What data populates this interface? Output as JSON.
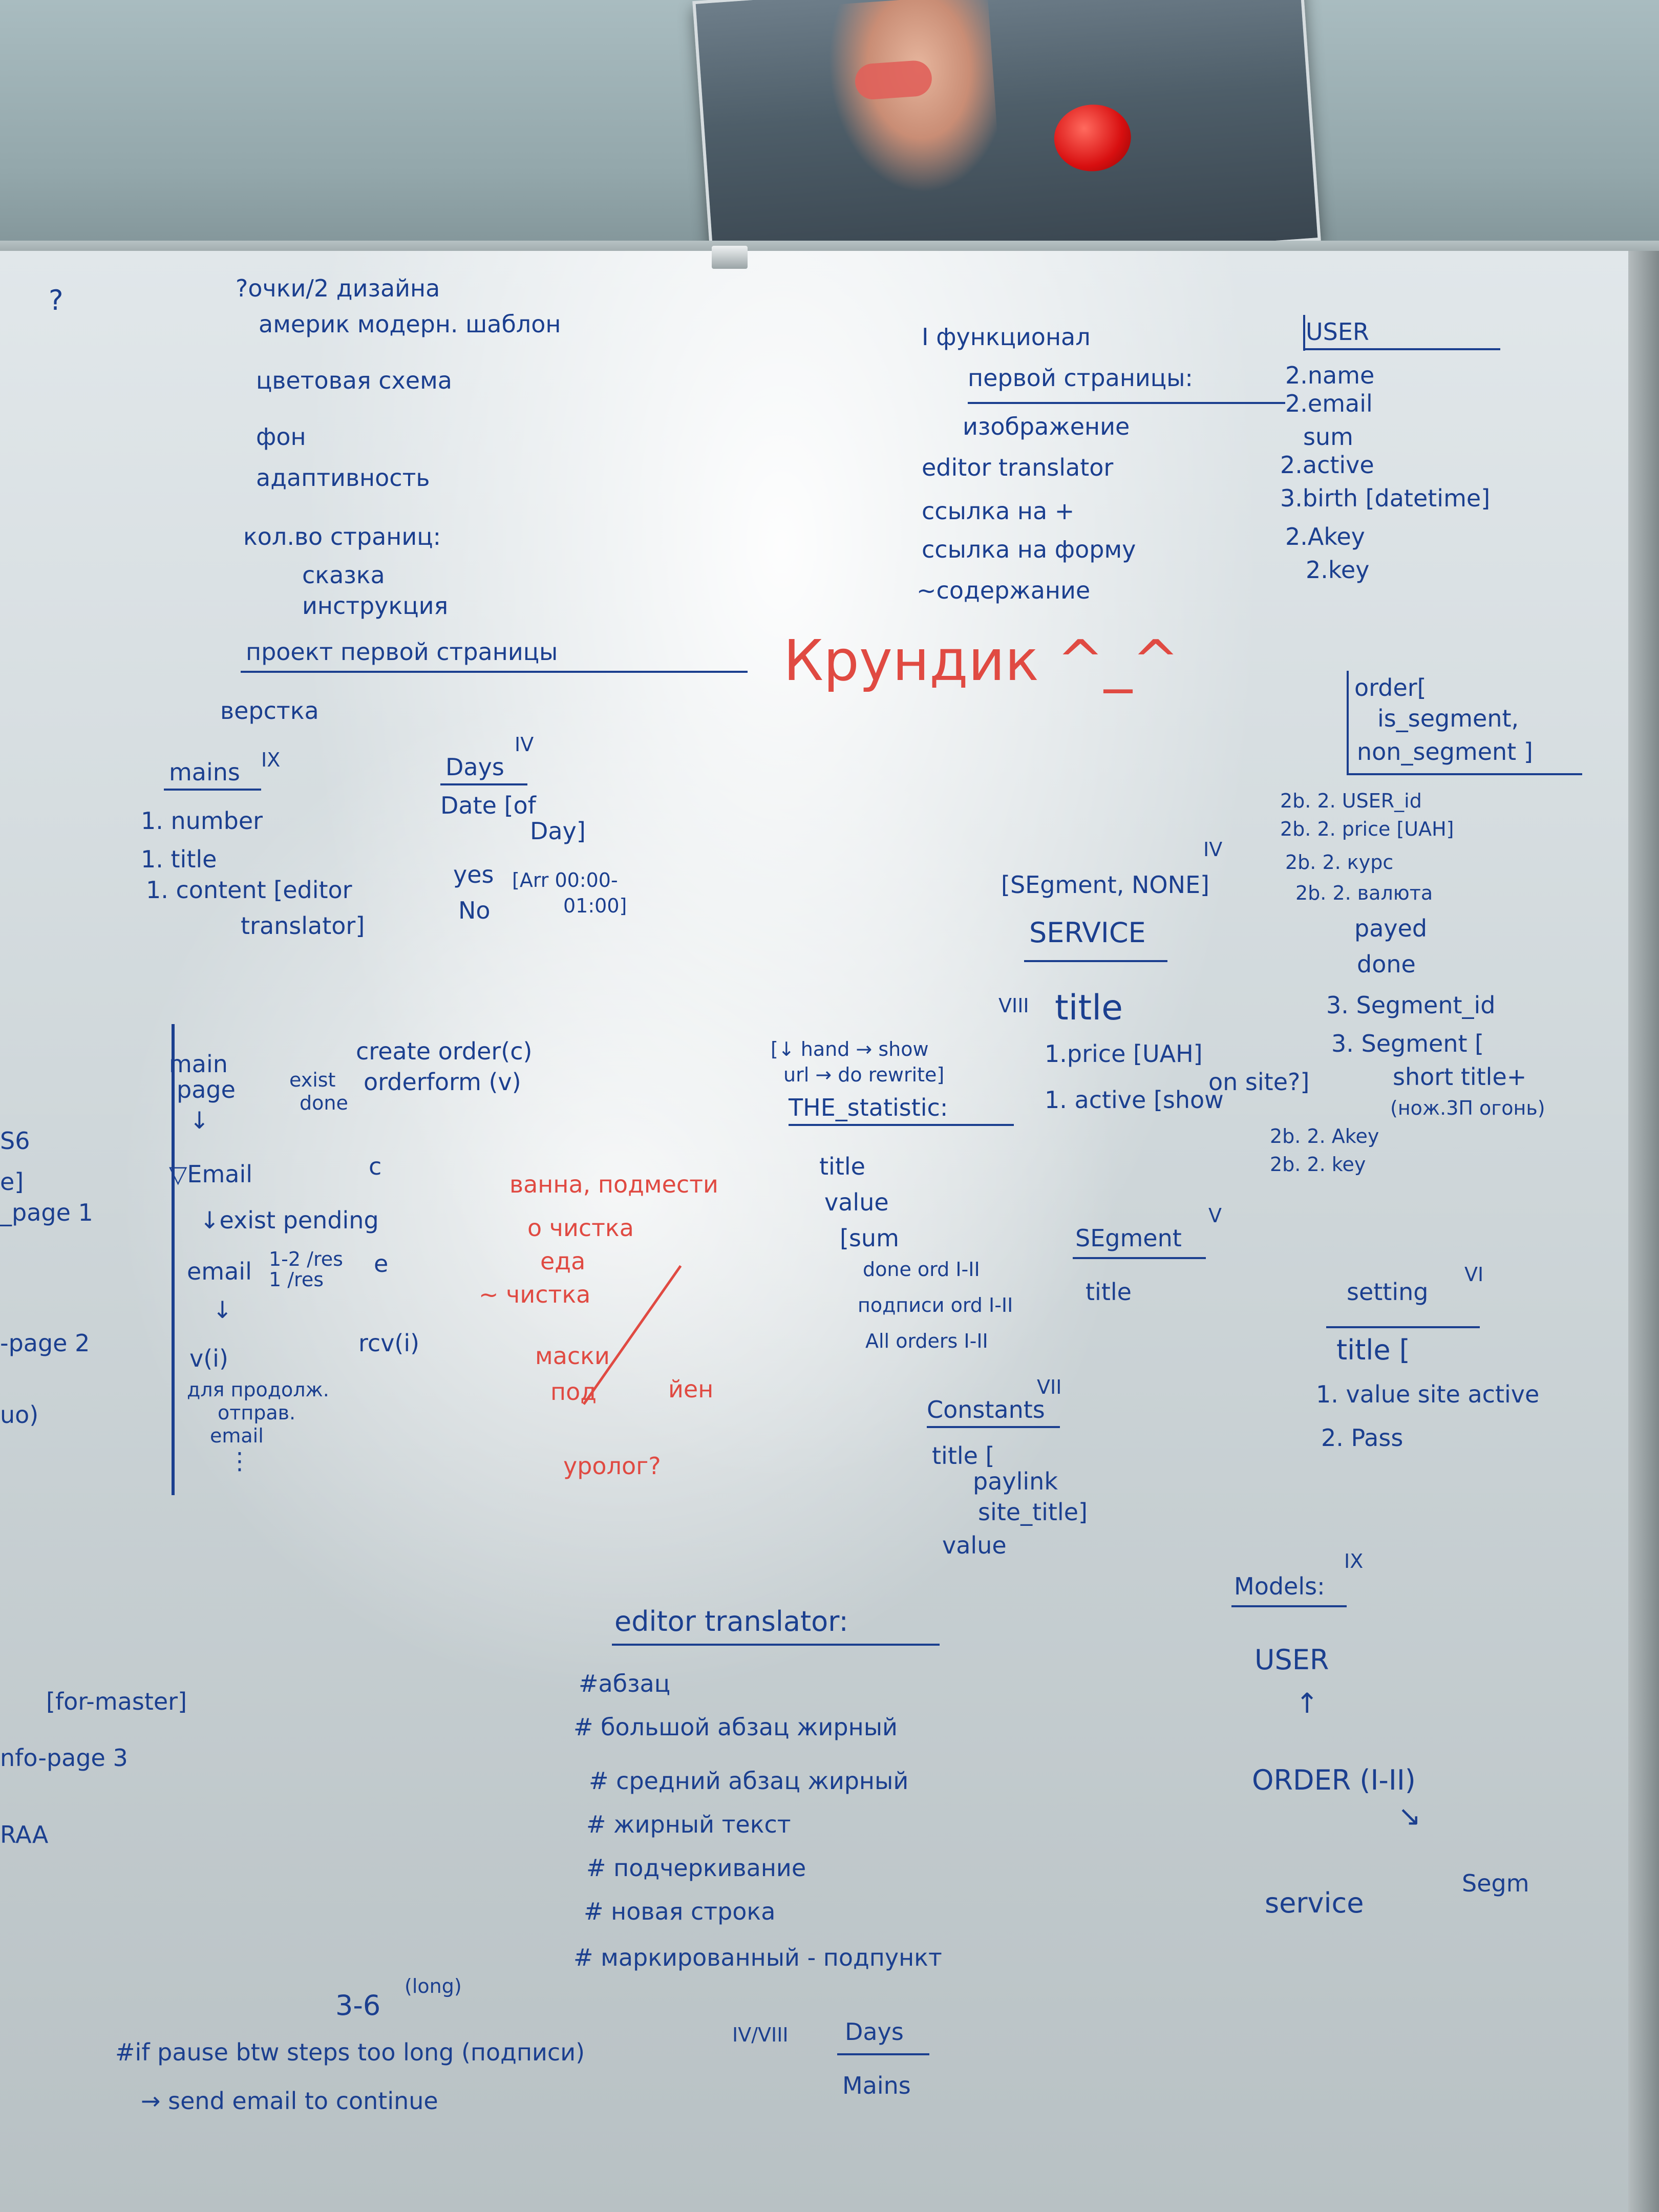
{
  "photo": {
    "description_icon": "photo-icon"
  },
  "left_column": {
    "question": "?",
    "items": [
      "?очки/2 дизайна",
      "америк модерн. шаблон",
      "цветовая схема",
      "фон",
      "адаптивность",
      "кол.во страниц:",
      "сказка",
      "инструкция",
      "проект первой страницы",
      "верстка"
    ]
  },
  "center_top": {
    "heading": "I функционал",
    "subheading": "первой страницы:",
    "items": [
      "изображение",
      "editor translator",
      "ссылка на +",
      "ссылка на форму",
      "~содержание"
    ]
  },
  "user_box": {
    "title": "USER",
    "fields": [
      "2.name",
      "2.email",
      "sum",
      "2.active",
      "3.birth [datetime]",
      "2.Akey",
      "2.key"
    ]
  },
  "title_red": "Крундик ^_^",
  "order_box": {
    "title": "order[",
    "line2": "is_segment,",
    "line3": "non_segment ]",
    "fields": [
      "2b. 2. USER_id",
      "2b. 2. price [UAH]",
      "2b. 2. курс",
      "2b. 2. валюта",
      "payed",
      "done",
      "3. Segment_id",
      "3. Segment [",
      "short title+",
      "(нож.3П огонь)",
      "2b. 2. Akey",
      "2b. 2. key"
    ]
  },
  "mains": {
    "title": "mains",
    "sup": "IX",
    "fields": [
      "1. number",
      "1. title",
      "1. content [editor",
      "translator]"
    ]
  },
  "days": {
    "title": "Days",
    "sup": "IV",
    "date": "Date [of",
    "date2": "Day]",
    "yes": "yes",
    "no": "No",
    "arr": "[Arr 00:00-",
    "arr2": "01:00]"
  },
  "service": {
    "segment": "[SEgment, NONE]",
    "segment_sup": "IV",
    "title": "SERVICE",
    "fields": [
      "title",
      "1.price [UAH]",
      "1. active [show",
      "on site?]"
    ],
    "sup": "VIII"
  },
  "statistic": {
    "hand": "[↓ hand → show",
    "url": "url → do rewrite]",
    "title": "THE_statistic:",
    "fields": [
      "title",
      "value",
      "[sum",
      "done ord I-II",
      "подписи ord I-II",
      "All orders I-II"
    ]
  },
  "segment": {
    "title": "SEgment",
    "sup": "V",
    "field": "title"
  },
  "setting": {
    "title": "setting",
    "sup": "VI",
    "fields": [
      "title [",
      "1. value   site active",
      "2. Pass"
    ]
  },
  "constants": {
    "title": "Constants",
    "sup": "VII",
    "fields": [
      "title [",
      "paylink",
      "site_title]",
      "value"
    ]
  },
  "flow": {
    "main": "main",
    "page": "page",
    "exist": "exist",
    "done": "done",
    "create_order": "create order(c)",
    "orderform": "orderform (v)",
    "email": "▽Email",
    "c": "c",
    "exist_pending": "↓exist pending",
    "email2": "email",
    "res": "1-2 /res",
    "res2": "1 /res",
    "e": "e",
    "v": "v(i)",
    "rcv": "rcv(i)",
    "cont1": "для продолж.",
    "cont2": "отправ.",
    "cont3": "email",
    "dots": "⋮"
  },
  "red_notes": [
    "ванна, подмести",
    "о чистка",
    "еда",
    "~ чистка",
    "маски",
    "под",
    "йен",
    "уролог?"
  ],
  "edge_left": [
    "S6",
    "e]",
    "_page 1",
    "-page 2",
    "uo)",
    "[for-master]",
    "nfo-page 3",
    "RAA"
  ],
  "editor": {
    "title": "editor translator:",
    "lines": [
      "#абзац",
      "# большой абзац жирный",
      "# средний абзац жирный",
      "# жирный текст",
      "# подчеркивание",
      "# новая строка",
      "# маркированный - подпункт"
    ]
  },
  "models": {
    "title": "Models:",
    "sup": "IX",
    "user": "USER",
    "order": "ORDER (I-II)",
    "service": "service",
    "segm": "Segm"
  },
  "bottom": {
    "range": "3-6",
    "range_sup": "(long)",
    "note1": "#if pause btw steps too long (подписи)",
    "note2": "→ send email to continue",
    "roman": "IV/VIII",
    "days": "Days",
    "mains": "Mains"
  }
}
